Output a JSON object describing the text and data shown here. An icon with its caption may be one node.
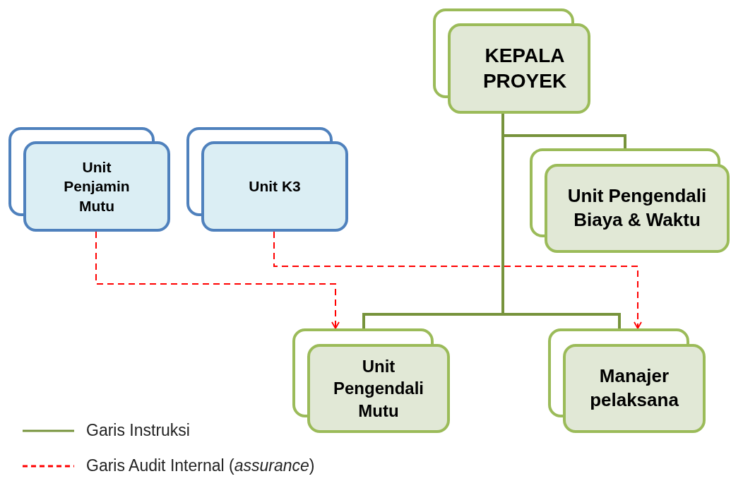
{
  "diagram": {
    "nodes": [
      {
        "text": [
          "KEPALA PROYEK"
        ]
      },
      {
        "text": [
          "Unit Penjamin Mutu"
        ]
      },
      {
        "text": [
          "Unit K3"
        ]
      },
      {
        "text": [
          "Unit Pengendali Biaya & Waktu"
        ]
      },
      {
        "text": [
          "Unit Pengendali Mutu"
        ]
      },
      {
        "text": [
          "Manajer pelaksana"
        ]
      }
    ],
    "edges": [
      {
        "from": 0,
        "to": 3,
        "arrow": "none"
      },
      {
        "from": 0,
        "to": 4,
        "arrow": "none"
      },
      {
        "from": 0,
        "to": 5,
        "arrow": "none"
      },
      {
        "from": 1,
        "to": 4,
        "arrow": "to",
        "style": "dashed",
        "color": "#ff0000"
      },
      {
        "from": 2,
        "to": 5,
        "arrow": "to",
        "style": "dashed",
        "color": "#ff0000"
      }
    ],
    "legend": [
      {
        "text": "Garis Instruksi"
      },
      {
        "text": "Garis Audit Internal (*assurance*)"
      }
    ]
  }
}
